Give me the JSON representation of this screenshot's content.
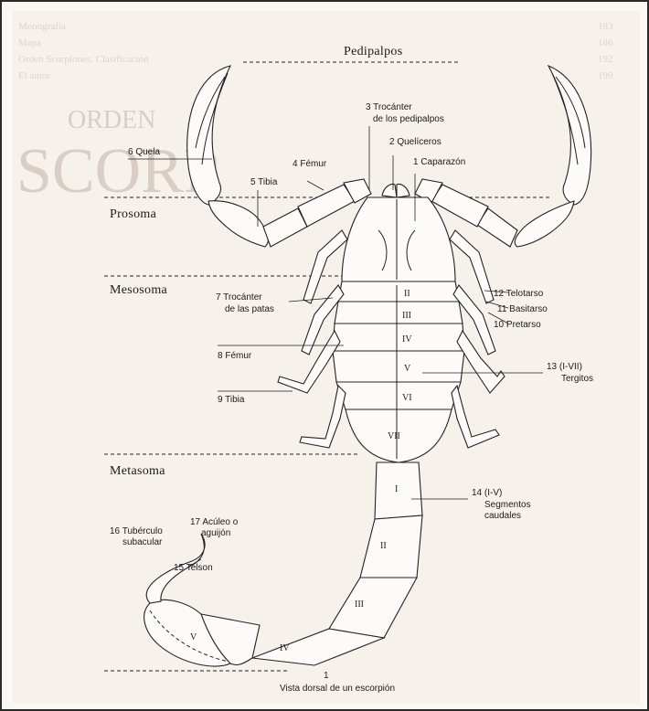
{
  "background_text": {
    "lines": [
      "Monografía",
      "Mapa",
      "Orden Scorpiones. Clasificación",
      "El autor"
    ],
    "numbers": [
      "183",
      "186",
      "192",
      "199"
    ],
    "heading_small": "ORDEN",
    "heading_large": "SCORP"
  },
  "sections": {
    "pedipalpos": "Pedipalpos",
    "prosoma": "Prosoma",
    "mesosoma": "Mesosoma",
    "metasoma": "Metasoma"
  },
  "labels": {
    "l1": "1 Caparazón",
    "l2": "2 Quelíceros",
    "l3a": "3 Trocánter",
    "l3b": "de los pedipalpos",
    "l4": "4 Fémur",
    "l5": "5 Tibia",
    "l6": "6 Quela",
    "l7a": "7 Trocánter",
    "l7b": "de las patas",
    "l8": "8 Fémur",
    "l9": "9 Tibia",
    "l10": "10 Pretarso",
    "l11": "11 Basitarso",
    "l12": "12 Telotarso",
    "l13a": "13 (I-VII)",
    "l13b": "Tergitos",
    "l14a": "14 (I-V)",
    "l14b": "Segmentos",
    "l14c": "caudales",
    "l15": "15 Telson",
    "l16a": "16 Tubérculo",
    "l16b": "subacular",
    "l17a": "17 Acúleo o",
    "l17b": "aguijón"
  },
  "tergites": [
    "II",
    "III",
    "IV",
    "V",
    "VI",
    "VII"
  ],
  "caudal_segments": [
    "I",
    "II",
    "III",
    "IV",
    "V"
  ],
  "caption": {
    "number": "1",
    "text": "Vista dorsal de un escorpión"
  }
}
